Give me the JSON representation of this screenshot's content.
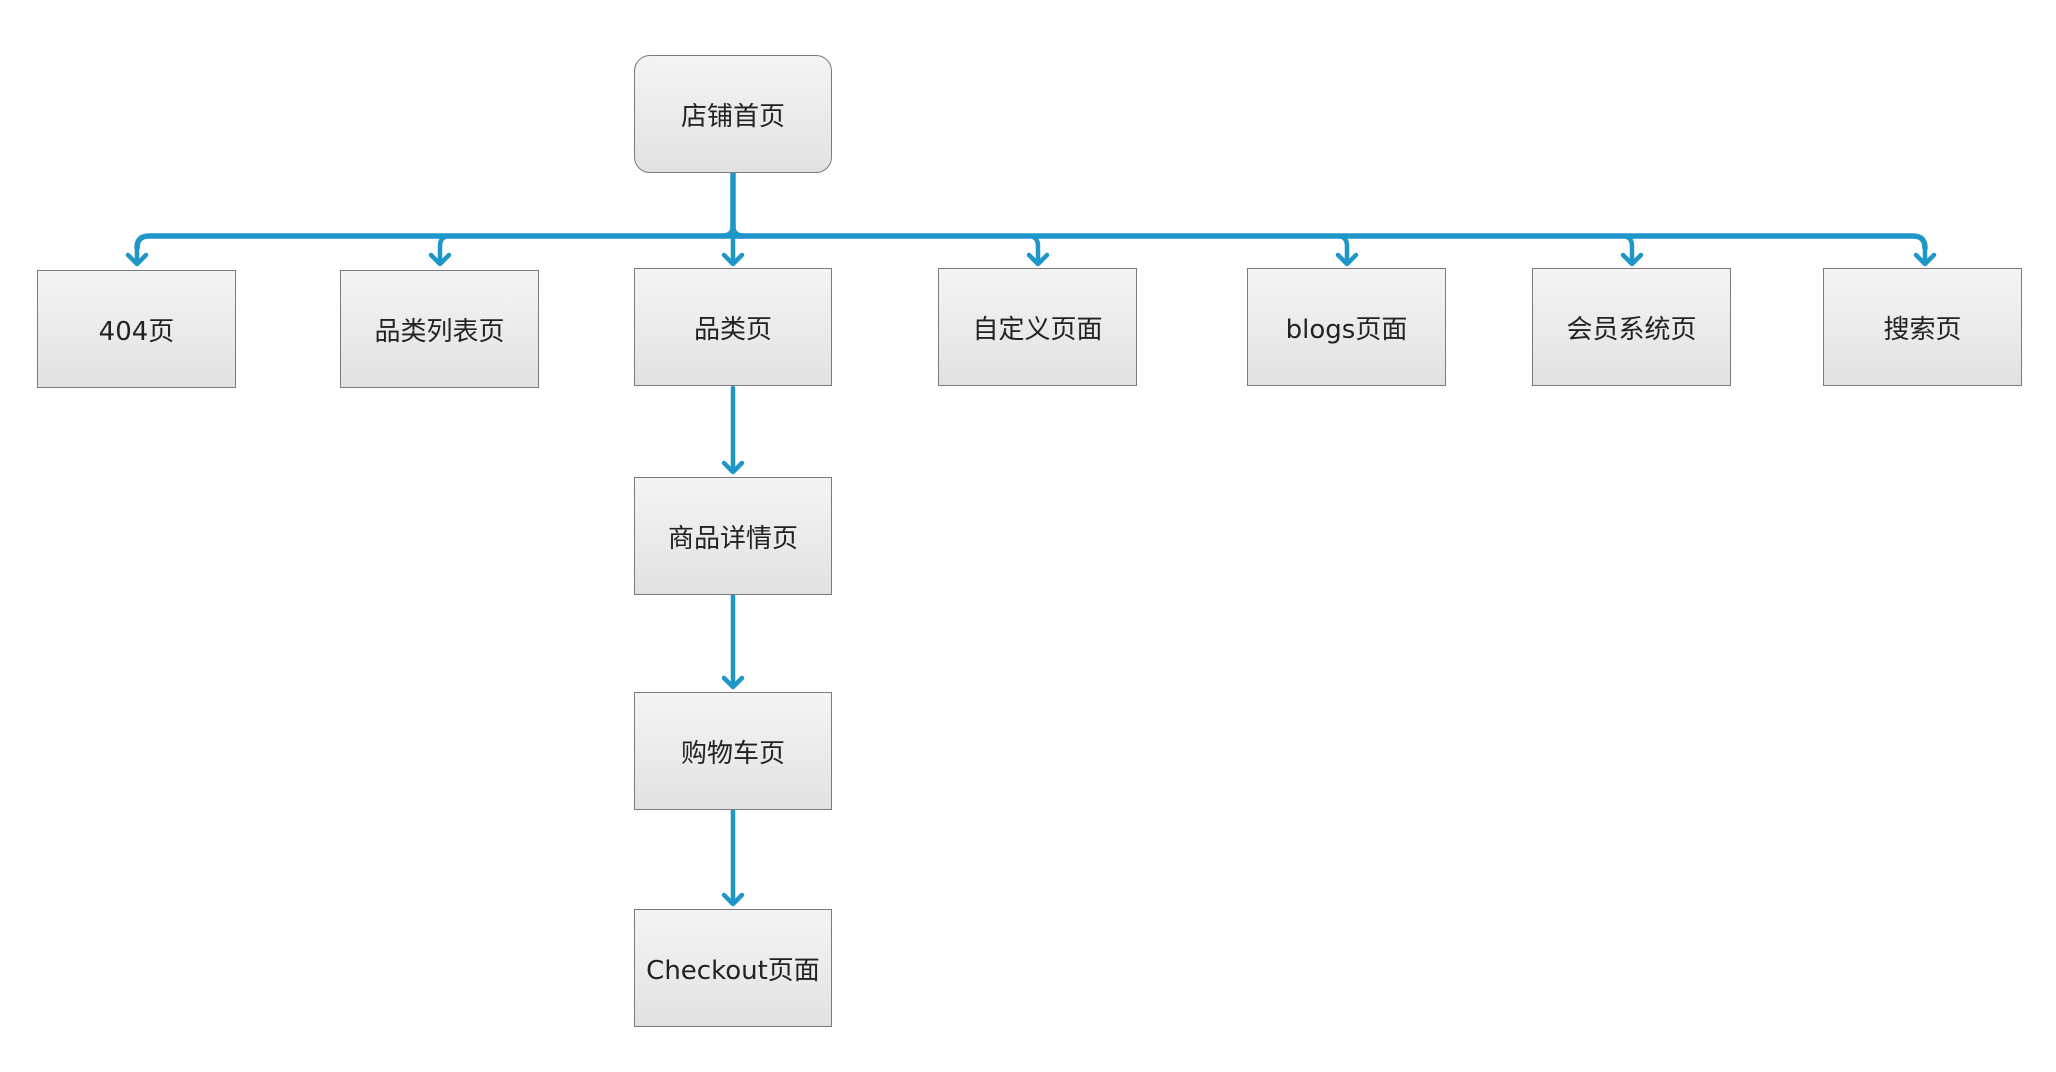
{
  "diagram": {
    "nodes": {
      "root": "店铺首页",
      "page404": "404页",
      "category_list": "品类列表页",
      "category": "品类页",
      "custom_page": "自定义页面",
      "blogs": "blogs页面",
      "member_system": "会员系统页",
      "search": "搜索页",
      "product_detail": "商品详情页",
      "cart": "购物车页",
      "checkout": "Checkout页面"
    },
    "edges": [
      [
        "root",
        "page404"
      ],
      [
        "root",
        "category_list"
      ],
      [
        "root",
        "category"
      ],
      [
        "root",
        "custom_page"
      ],
      [
        "root",
        "blogs"
      ],
      [
        "root",
        "member_system"
      ],
      [
        "root",
        "search"
      ],
      [
        "category",
        "product_detail"
      ],
      [
        "product_detail",
        "cart"
      ],
      [
        "cart",
        "checkout"
      ]
    ],
    "colors": {
      "connector": "#1f96c8",
      "node_border": "#7a7a7a",
      "node_fill": "#eaeaea",
      "text": "#222222"
    }
  }
}
